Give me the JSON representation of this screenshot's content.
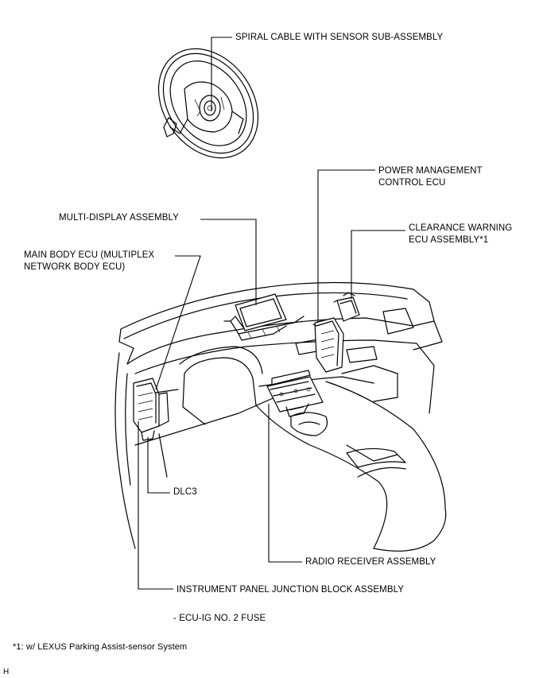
{
  "labels": {
    "spiral_cable": "SPIRAL CABLE WITH SENSOR SUB-ASSEMBLY",
    "power_mgmt": "POWER MANAGEMENT\nCONTROL ECU",
    "multi_display": "MULTI-DISPLAY ASSEMBLY",
    "clearance_warning": "CLEARANCE WARNING\nECU ASSEMBLY*1",
    "main_body_ecu": "MAIN BODY ECU (MULTIPLEX\nNETWORK BODY ECU)",
    "dlc3": "DLC3",
    "radio_receiver": "RADIO RECEIVER ASSEMBLY",
    "junction_block": "INSTRUMENT PANEL JUNCTION BLOCK ASSEMBLY",
    "fuse": "- ECU-IG NO. 2 FUSE"
  },
  "footnote": "*1: w/ LEXUS Parking Assist-sensor System",
  "corner_mark": "H"
}
